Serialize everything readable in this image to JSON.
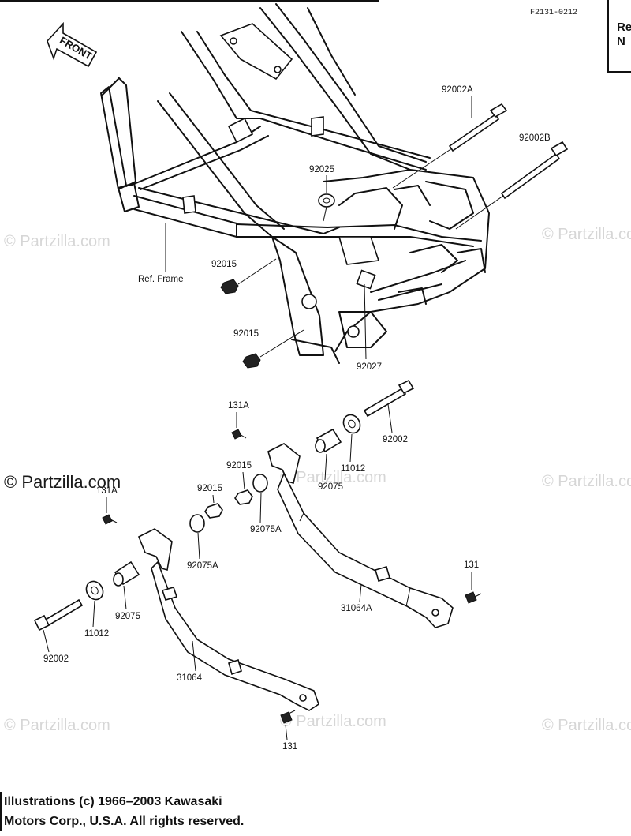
{
  "figure_code": "F2131-0212",
  "front_label": "FRONT",
  "corner_tab": [
    "Re",
    "N"
  ],
  "labels": {
    "p92002A": "92002A",
    "p92002B": "92002B",
    "p92025": "92025",
    "ref_frame": "Ref. Frame",
    "p92015_a": "92015",
    "p92015_b": "92015",
    "p92027": "92027",
    "p131A_top": "131A",
    "p92002_right": "92002",
    "p11012_right": "11012",
    "p92075_right": "92075",
    "p92015_c": "92015",
    "p92015_d": "92015",
    "p92075A_right": "92075A",
    "p92075A_left": "92075A",
    "p131A_left": "131A",
    "p92075_left": "92075",
    "p11012_left": "11012",
    "p92002_left": "92002",
    "p131_right": "131",
    "p31064A": "31064A",
    "p31064": "31064",
    "p131_bottom": "131"
  },
  "watermarks": [
    "© Partzilla.com",
    "© Partzilla.com",
    "© Partzilla.com",
    "© Partzilla.com",
    "© Partzilla.com",
    "© Partzilla.com",
    "© Partzilla.com",
    "© Partzilla.com"
  ],
  "footer": {
    "line1": "Illustrations (c) 1966–2003 Kawasaki",
    "line2": "Motors Corp., U.S.A.  All rights reserved."
  }
}
